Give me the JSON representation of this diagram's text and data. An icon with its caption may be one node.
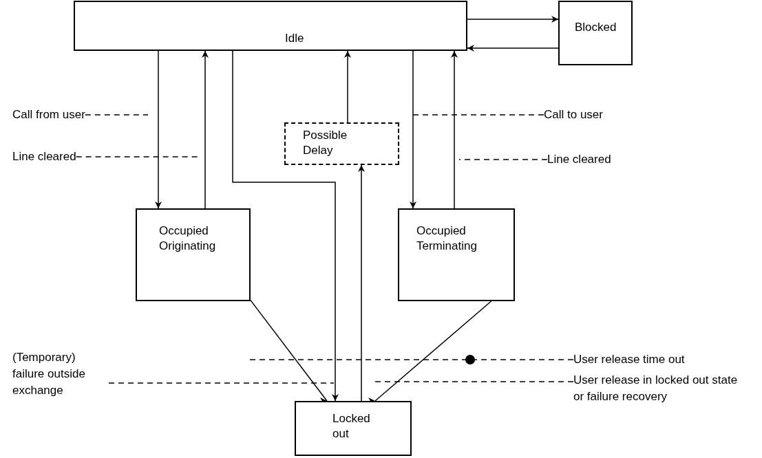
{
  "diagram": {
    "nodes": [
      {
        "text": [
          "Idle"
        ]
      },
      {
        "text": [
          "Blocked"
        ]
      },
      {
        "text": [
          "Possible Delay"
        ]
      },
      {
        "text": [
          "Occupied Originating"
        ]
      },
      {
        "text": [
          "Occupied Terminating"
        ]
      },
      {
        "text": [
          "Locked out"
        ]
      },
      {
        "text": [
          "Call from user"
        ]
      },
      {
        "text": [
          "Line cleared"
        ]
      },
      {
        "text": [
          "Call to user"
        ]
      },
      {
        "text": [
          "Line cleared"
        ]
      },
      {
        "text": [
          "User release time out"
        ]
      },
      {
        "text": [
          "(Temporary) failure outside exchange"
        ]
      },
      {
        "text": [
          "User release in locked out state or failure recovery"
        ]
      }
    ],
    "edges": [
      {
        "from": 0,
        "to": 1,
        "arrow": "to"
      },
      {
        "from": 1,
        "to": 0,
        "arrow": "to"
      },
      {
        "from": 0,
        "to": 3,
        "arrow": "to"
      },
      {
        "from": 3,
        "to": 0,
        "arrow": "to"
      },
      {
        "from": 0,
        "to": 5,
        "arrow": "to"
      },
      {
        "from": 2,
        "to": 0,
        "arrow": "to"
      },
      {
        "from": 5,
        "to": 2,
        "arrow": "to"
      },
      {
        "from": 0,
        "to": 4,
        "arrow": "to"
      },
      {
        "from": 4,
        "to": 0,
        "arrow": "to"
      },
      {
        "from": 3,
        "to": 5,
        "arrow": "to"
      },
      {
        "from": 4,
        "to": 5,
        "arrow": "to"
      },
      {
        "from": 6,
        "to": null,
        "arrow": "none",
        "style": "dashed"
      },
      {
        "from": 7,
        "to": null,
        "arrow": "none",
        "style": "dashed"
      },
      {
        "from": 8,
        "to": null,
        "arrow": "none",
        "style": "dashed"
      },
      {
        "from": 9,
        "to": null,
        "arrow": "none",
        "style": "dashed"
      },
      {
        "from": 10,
        "to": null,
        "arrow": "other",
        "style": "dashed"
      },
      {
        "from": 11,
        "to": null,
        "arrow": "none",
        "style": "dashed"
      },
      {
        "from": 12,
        "to": null,
        "arrow": "none",
        "style": "dashed"
      }
    ]
  }
}
